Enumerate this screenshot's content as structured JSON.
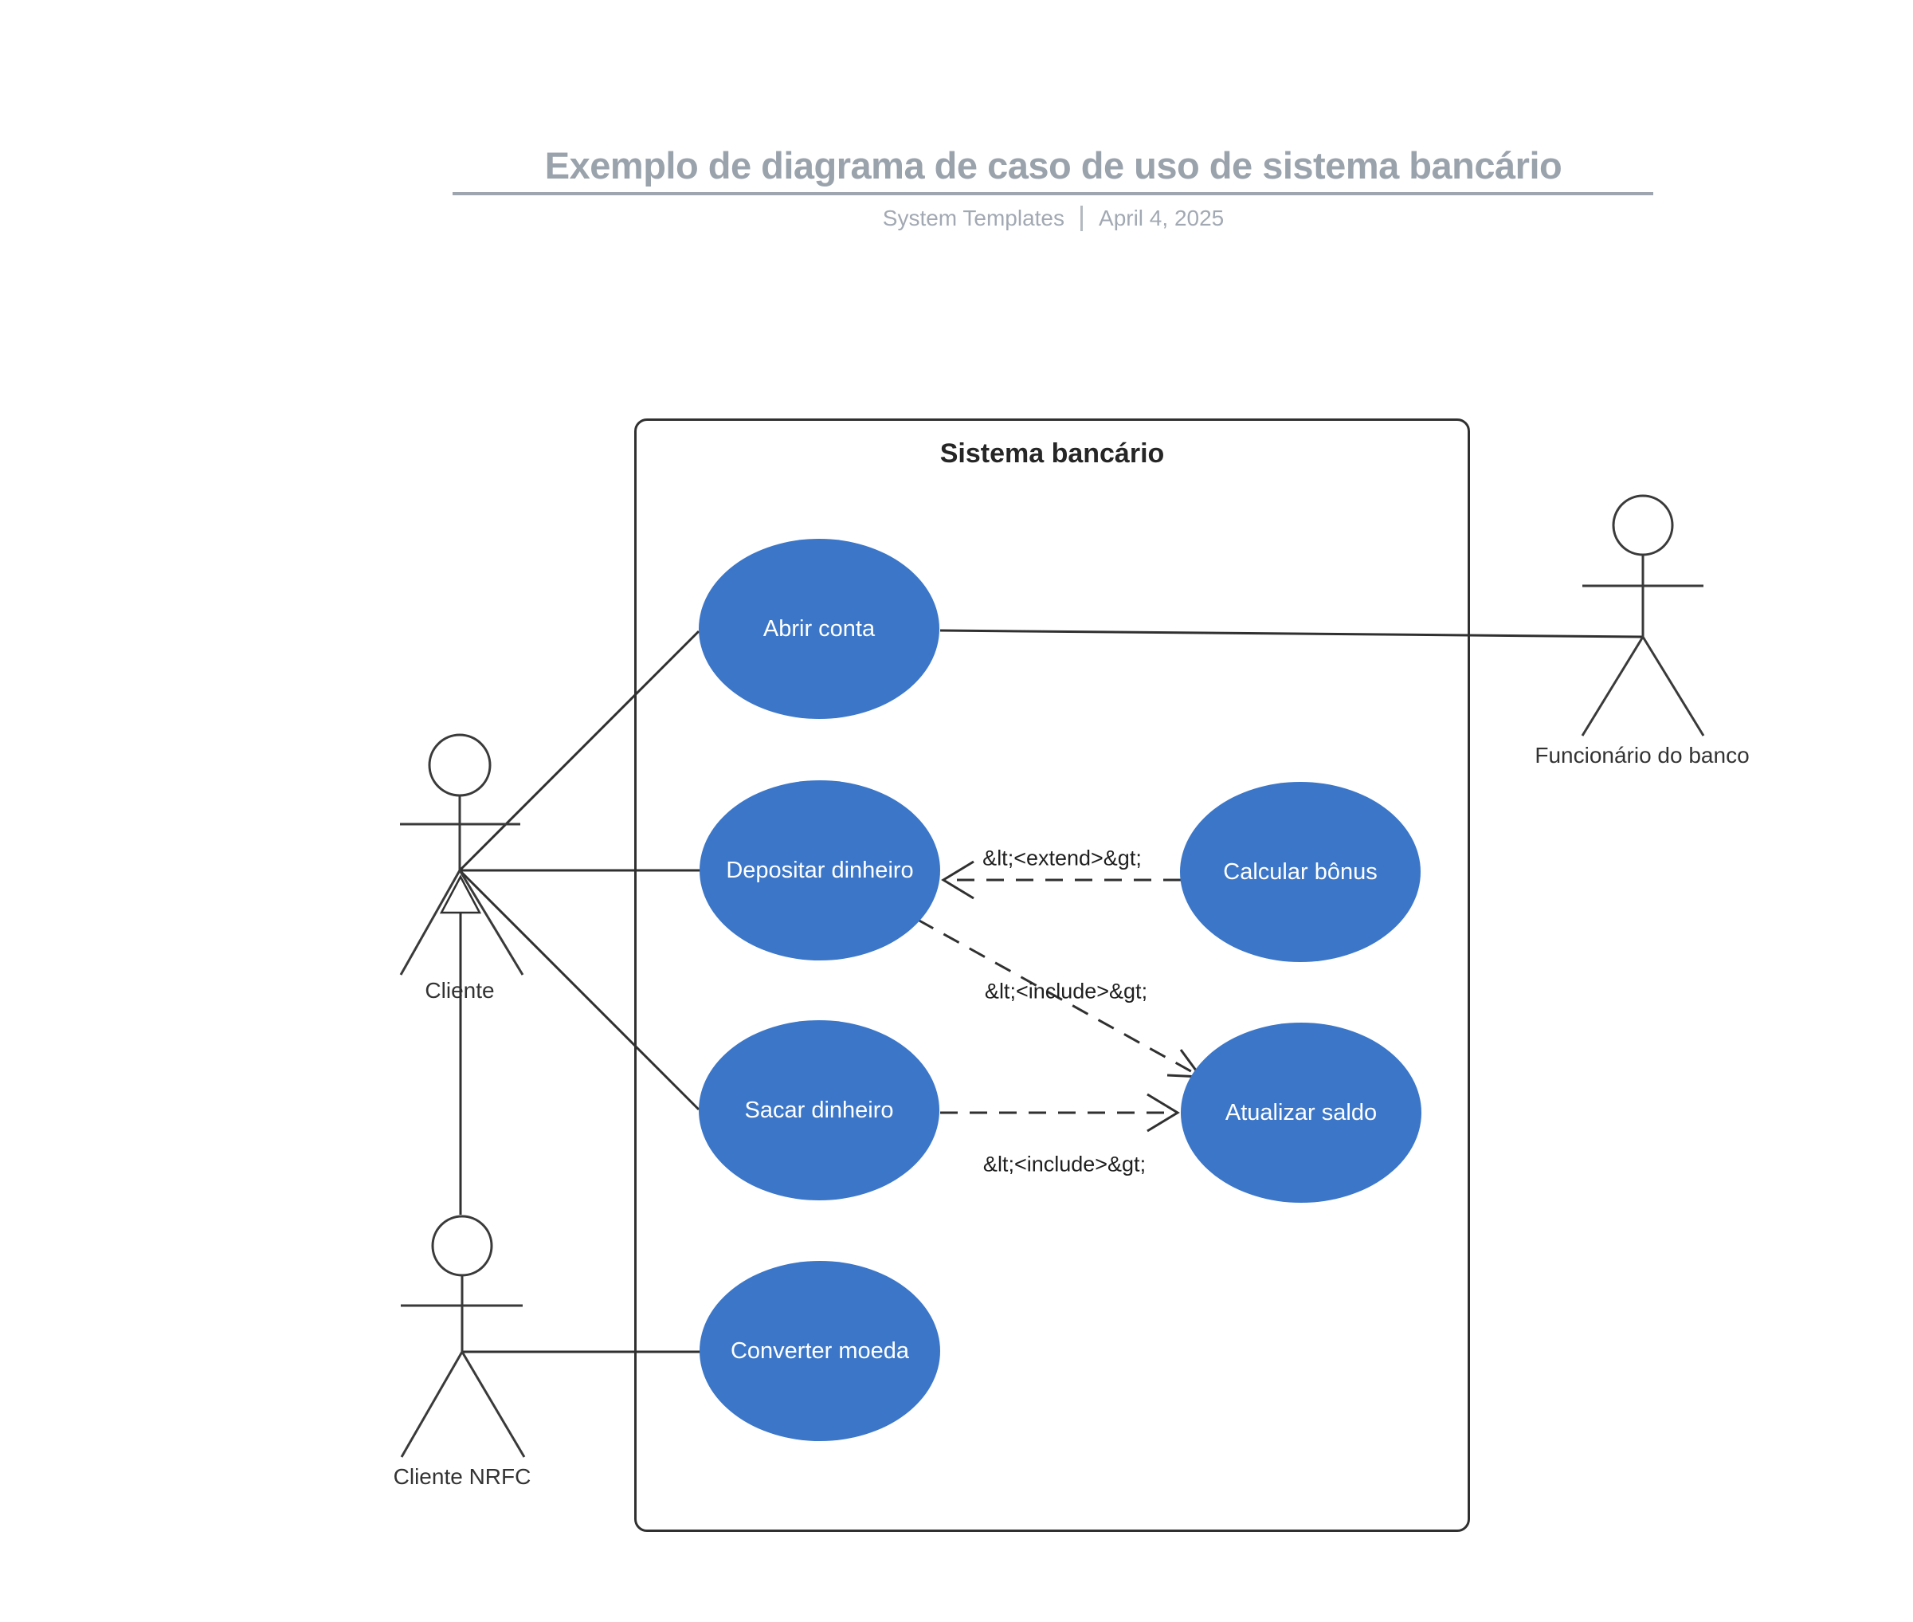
{
  "header": {
    "title": "Exemplo de diagrama de caso de uso de sistema bancário",
    "source": "System Templates",
    "date": "April 4, 2025"
  },
  "system_boundary": {
    "title": "Sistema bancário"
  },
  "use_cases": [
    {
      "label": "Abrir conta"
    },
    {
      "label": "Depositar dinheiro"
    },
    {
      "label": "Calcular bônus"
    },
    {
      "label": "Sacar dinheiro"
    },
    {
      "label": "Atualizar saldo"
    },
    {
      "label": "Converter moeda"
    }
  ],
  "actors": [
    {
      "label": "Cliente"
    },
    {
      "label": "Funcionário do banco"
    },
    {
      "label": "Cliente NRFC"
    }
  ],
  "relationships": {
    "extend_label": "&lt;<extend>&gt;",
    "include_label": "&lt;<include>&gt;"
  },
  "colors": {
    "use_case_fill": "#3B76C8",
    "use_case_text": "#FFFFFF",
    "line": "#303030",
    "boundary_border": "#303030",
    "title_text": "#9AA2AC",
    "subtitle_text": "#A2A9B3",
    "underline": "#9EA5AF"
  }
}
